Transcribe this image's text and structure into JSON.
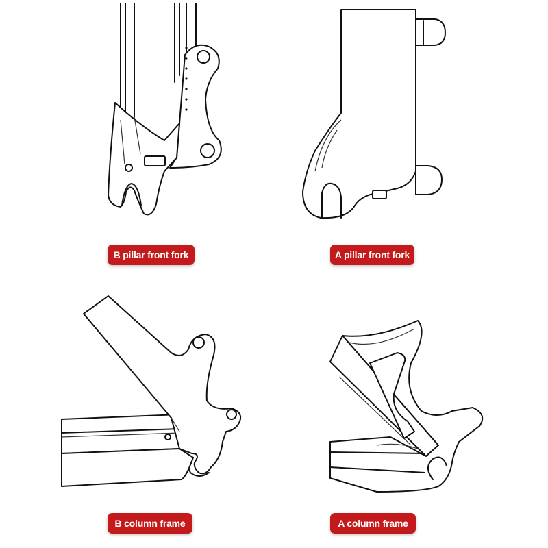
{
  "colors": {
    "badge": "#c41a1c",
    "line": "#111111",
    "background": "#ffffff"
  },
  "labels": {
    "b_pillar_front_fork": "B pillar front fork",
    "a_pillar_front_fork": "A pillar front fork",
    "b_column_frame": "B column frame",
    "a_column_frame": "A column frame"
  }
}
